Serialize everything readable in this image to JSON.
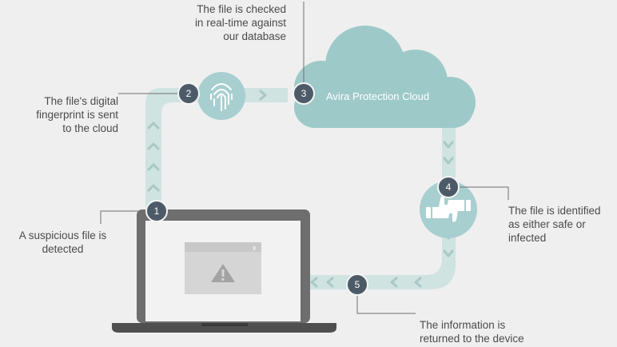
{
  "diagram": {
    "cloud_label": "Avira Protection Cloud",
    "steps": [
      {
        "number": "1",
        "text": "A suspicious file is\ndetected"
      },
      {
        "number": "2",
        "text": "The file's digital\nfingerprint is sent\nto the cloud"
      },
      {
        "number": "3",
        "text": "The file is checked\nin real-time against\nour database"
      },
      {
        "number": "4",
        "text": "The file is identified\nas either safe or\ninfected"
      },
      {
        "number": "5",
        "text": "The information is\nreturned to the device"
      }
    ],
    "alert_window": {
      "close_glyph": "x"
    }
  },
  "icons": {
    "fingerprint": "fingerprint-icon",
    "thumbs": "thumbs-up-down-icon",
    "warning": "warning-icon",
    "laptop": "laptop-icon",
    "cloud": "cloud-icon"
  },
  "colors": {
    "background": "#efefef",
    "path": "#cfe3e1",
    "cloud": "#9ec9c9",
    "icon_circle": "#a8cfcf",
    "step_badge": "#4d5b68",
    "laptop_frame": "#6e6e6e",
    "laptop_screen": "#f2f2f2",
    "alert_window": "#d5d5d5",
    "text": "#4b4b4b"
  }
}
